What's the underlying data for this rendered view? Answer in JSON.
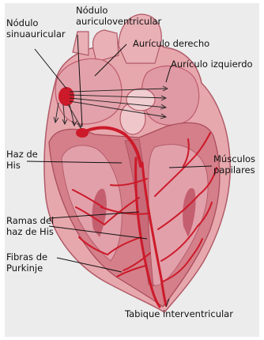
{
  "labels": {
    "nodulo_sinuauricular": "Nódulo\nsinuauricular",
    "nodulo_auriculoventricular": "Nódulo\nauriculoventricular",
    "auriculo_derecho": "Aurículo derecho",
    "auriculo_izquierdo": "Aurículo izquierdo",
    "haz_de_his": "Haz de\nHis",
    "musculos_papilares": "Músculos\npapilares",
    "ramas_del_haz_de_his": "Ramas del\nhaz de His",
    "fibras_de_purkinje": "Fibras de\nPurkinje",
    "tabique_interventricular": "Tabique interventricular"
  },
  "colors": {
    "background": "#ffffff",
    "panel": "#ececec",
    "heart_outer": "#e7a8ad",
    "heart_wall": "#d47f89",
    "chamber": "#e2a0aa",
    "conduction": "#cc1a2a",
    "leader_line": "#111111"
  }
}
